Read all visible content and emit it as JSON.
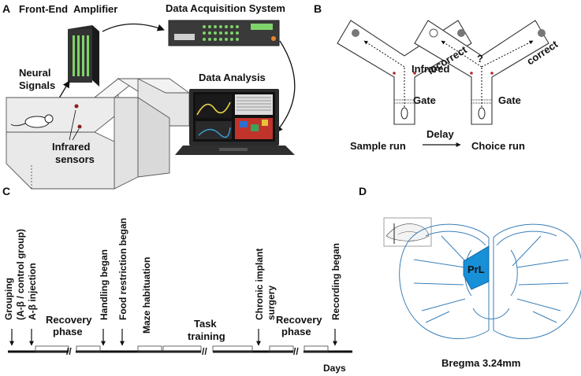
{
  "panels": {
    "a": {
      "label": "A",
      "front_end": "Front-End",
      "amplifier": "Amplifier",
      "daq": "Data Acquisition System",
      "neural_1": "Neural",
      "neural_2": "Signals",
      "analysis": "Data Analysis",
      "infrared_1": "Infrared",
      "infrared_2": "sensors"
    },
    "b": {
      "label": "B",
      "infrared": "Infrared",
      "gate_left": "Gate",
      "gate_right": "Gate",
      "incorrect": "incorrect",
      "correct": "correct",
      "question": "?",
      "sample_run": "Sample run",
      "delay": "Delay",
      "choice_run": "Choice run"
    },
    "c": {
      "label": "C",
      "days": "Days",
      "break_mark": "//",
      "events": [
        {
          "lines": [
            "Grouping",
            "(A-β / control group)"
          ]
        },
        {
          "lines": [
            "A-β injection"
          ]
        },
        {
          "lines": [
            "Handling began"
          ]
        },
        {
          "lines": [
            "Food restriction began"
          ]
        },
        {
          "lines": [
            "Maze habituation"
          ]
        },
        {
          "lines": [
            "Chronic implant",
            "surgery"
          ]
        },
        {
          "lines": [
            "Recording began"
          ]
        }
      ],
      "phases": [
        {
          "lines": [
            "Recovery",
            "phase"
          ]
        },
        {
          "lines": [
            "Task",
            "training"
          ]
        },
        {
          "lines": [
            "Recovery",
            "phase"
          ]
        }
      ]
    },
    "d": {
      "label": "D",
      "region": "PrL",
      "caption": "Bregma 3.24mm",
      "region_color": "#1890d8",
      "outline_color": "#3a7fb8"
    }
  }
}
